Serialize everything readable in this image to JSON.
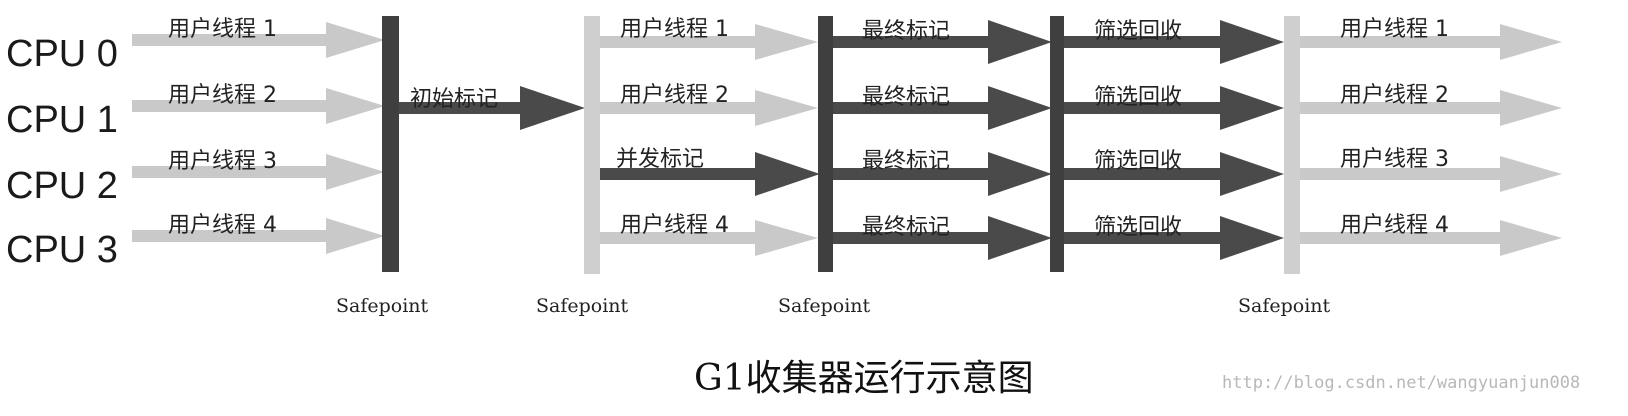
{
  "cpus": [
    "CPU 0",
    "CPU 1",
    "CPU 2",
    "CPU 3"
  ],
  "phases": {
    "user_threads_1": [
      "用户线程 1",
      "用户线程 2",
      "用户线程 3",
      "用户线程 4"
    ],
    "initial_mark": "初始标记",
    "concurrent_mark": "并发标记",
    "user_threads_2": [
      "用户线程 1",
      "用户线程 2",
      "用户线程 4"
    ],
    "final_mark": "最终标记",
    "cleanup": "筛选回收",
    "user_threads_3": [
      "用户线程 1",
      "用户线程 2",
      "用户线程 3",
      "用户线程 4"
    ]
  },
  "safepoint_label": "Safepoint",
  "caption": "G1收集器运行示意图",
  "watermark": "http://blog.csdn.net/wangyuanjun008",
  "colors": {
    "light_arrow": "#c9c9c9",
    "dark_arrow": "#4a4a4a",
    "light_bar": "#cfcfcf",
    "dark_bar": "#3f3f3f"
  }
}
